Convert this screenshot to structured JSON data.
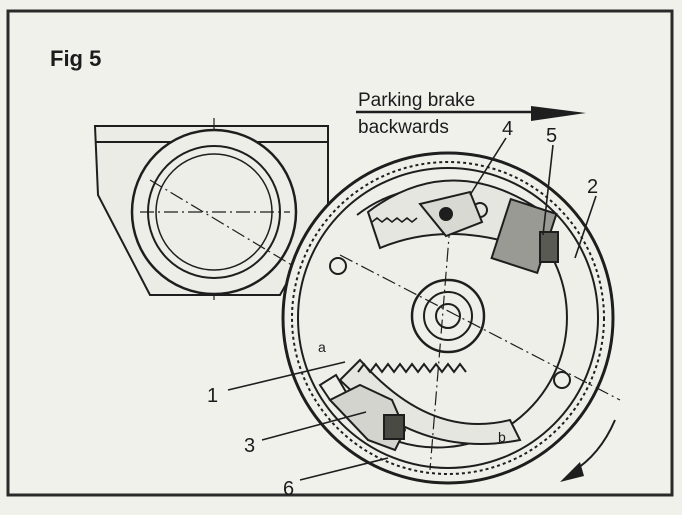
{
  "figure": {
    "title": "Fig 5",
    "direction_label": {
      "line1": "Parking brake",
      "line2": "backwards"
    }
  },
  "callouts": [
    "1",
    "2",
    "3",
    "4",
    "5",
    "6"
  ],
  "colors": {
    "ink": "#1e1e1e",
    "paper": "#f1f1ec",
    "frame": "#2a2a2a"
  }
}
